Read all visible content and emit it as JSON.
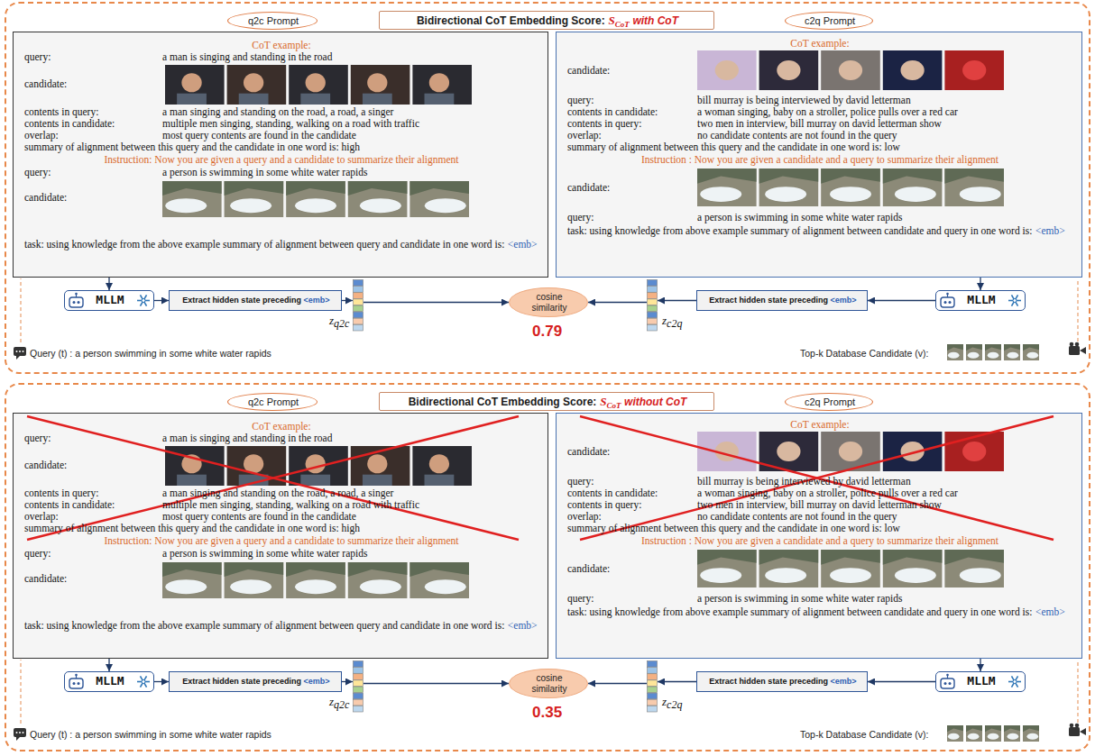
{
  "diagram": {
    "nodes": [
      {
        "text": [
          "Query (t) : a person swimming in some white water rapids",
          "Top-k Database Candidate (v):"
        ]
      },
      {
        "text": [
          "q2c Prompt"
        ],
        "in": 0
      },
      {
        "text": [
          "Bidirectional CoT Embedding Score:",
          "S",
          "CoT",
          "with CoT"
        ],
        "in": 0
      },
      {
        "text": [
          "c2q Prompt"
        ],
        "in": 0
      },
      {
        "text": [
          "CoT example:",
          "query:",
          "a man is singing and standing in the road",
          "candidate:",
          "contents in query:",
          "a man singing and standing on the road, a road, a singer",
          "contents in candidate:",
          "multiple men singing, standing, walking on a road with traffic",
          "overlap:",
          "most query contents are found in the candidate",
          "summary of alignment between this query and the candidate in one word is: high",
          "Instruction: Now you are given a query and a candidate to summarize their alignment",
          "query:",
          "a person is swimming in some white water rapids",
          "candidate:",
          "task: using knowledge from the above example summary of alignment between query and candidate in one word is:",
          "<emb>"
        ],
        "in": 0
      },
      {
        "text": [
          "CoT example:",
          "candidate:",
          "query:",
          "bill murray is being interviewed by david letterman",
          "contents in candidate:",
          "a woman singing, baby on a stroller, police pulls over a red car",
          "contents in query:",
          "two men in interview, bill murray on david letterman show",
          "overlap:",
          "no candidate contents are not found in the query",
          "summary of alignment between this query and the candidate in one word is: low",
          "Instruction : Now you are given a candidate and a query to summarize their alignment",
          "candidate:",
          "query:",
          "a person is swimming in some white water rapids",
          "task: using knowledge from above example summary of alignment between candidate and query in one word is:",
          "<emb>"
        ],
        "in": 0
      },
      {
        "text": [
          "MLLM"
        ],
        "in": 0
      },
      {
        "text": [
          "Extract hidden state preceding",
          "<emb>"
        ],
        "in": 0
      },
      {
        "text": [
          "z",
          "q2c"
        ],
        "in": 0
      },
      {
        "text": [
          "cosine similarity"
        ],
        "in": 0
      },
      {
        "text": [
          "z",
          "c2q"
        ],
        "in": 0
      },
      {
        "text": [
          "Extract hidden state preceding",
          "<emb>"
        ],
        "in": 0
      },
      {
        "text": [
          "MLLM"
        ],
        "in": 0
      },
      {
        "text": [
          "Query (t) : a person swimming in some white water rapids",
          "Top-k Database Candidate (v):"
        ]
      },
      {
        "text": [
          "q2c Prompt"
        ],
        "in": 13
      },
      {
        "text": [
          "Bidirectional CoT Embedding Score:",
          "S",
          "CoT",
          "without CoT"
        ],
        "in": 13
      },
      {
        "text": [
          "c2q Prompt"
        ],
        "in": 13
      },
      {
        "text": [
          "CoT example:",
          "query:",
          "a man is singing and standing in the road",
          "candidate:",
          "contents in query:",
          "a man singing and standing on the road, a road, a singer",
          "contents in candidate:",
          "multiple men singing, standing, walking on a road with traffic",
          "overlap:",
          "most query contents are found in the candidate",
          "summary of alignment between this query and the candidate in one word is: high",
          "Instruction: Now you are given a query and a candidate to summarize their alignment",
          "query:",
          "a person is swimming in some white water rapids",
          "candidate:",
          "task: using knowledge from the above example summary of alignment between query and candidate in one word is:",
          "<emb>"
        ],
        "in": 13
      },
      {
        "text": [
          "CoT example:",
          "candidate:",
          "query:",
          "bill murray is being interviewed by david letterman",
          "contents in candidate:",
          "a woman singing, baby on a stroller, police pulls over a red car",
          "contents in query:",
          "two men in interview, bill murray on david letterman show",
          "overlap:",
          "no candidate contents are not found in the query",
          "summary of alignment between this query and the candidate in one word is: low",
          "Instruction : Now you are given a candidate and a query to summarize their alignment",
          "candidate:",
          "query:",
          "a person is swimming in some white water rapids",
          "task: using knowledge from above example summary of alignment between candidate and query in one word is:",
          "<emb>"
        ],
        "in": 13
      },
      {
        "text": [
          "MLLM"
        ],
        "in": 13
      },
      {
        "text": [
          "Extract hidden state preceding",
          "<emb>"
        ],
        "in": 13
      },
      {
        "text": [
          "z",
          "q2c"
        ],
        "in": 13
      },
      {
        "text": [
          "cosine similarity"
        ],
        "in": 13
      },
      {
        "text": [
          "z",
          "c2q"
        ],
        "in": 13
      },
      {
        "text": [
          "Extract hidden state preceding",
          "<emb>"
        ],
        "in": 13
      },
      {
        "text": [
          "MLLM"
        ],
        "in": 13
      }
    ],
    "edges": [
      {
        "from": 4,
        "to": 6,
        "arrow": "to"
      },
      {
        "from": 6,
        "to": 7,
        "arrow": "to"
      },
      {
        "from": 7,
        "to": 8,
        "arrow": "to"
      },
      {
        "from": 8,
        "to": 9,
        "arrow": "to"
      },
      {
        "from": 5,
        "to": 12,
        "arrow": "to"
      },
      {
        "from": 12,
        "to": 11,
        "arrow": "to"
      },
      {
        "from": 11,
        "to": 10,
        "arrow": "to"
      },
      {
        "from": 10,
        "to": 9,
        "arrow": "to"
      },
      {
        "from": 17,
        "to": 19,
        "arrow": "to"
      },
      {
        "from": 19,
        "to": 20,
        "arrow": "to"
      },
      {
        "from": 20,
        "to": 21,
        "arrow": "to"
      },
      {
        "from": 21,
        "to": 22,
        "arrow": "to"
      },
      {
        "from": 18,
        "to": 25,
        "arrow": "to"
      },
      {
        "from": 25,
        "to": 24,
        "arrow": "to"
      },
      {
        "from": 24,
        "to": 23,
        "arrow": "to"
      },
      {
        "from": 23,
        "to": 22,
        "arrow": "to"
      }
    ],
    "labels": [
      "0.79",
      "0.35"
    ]
  }
}
